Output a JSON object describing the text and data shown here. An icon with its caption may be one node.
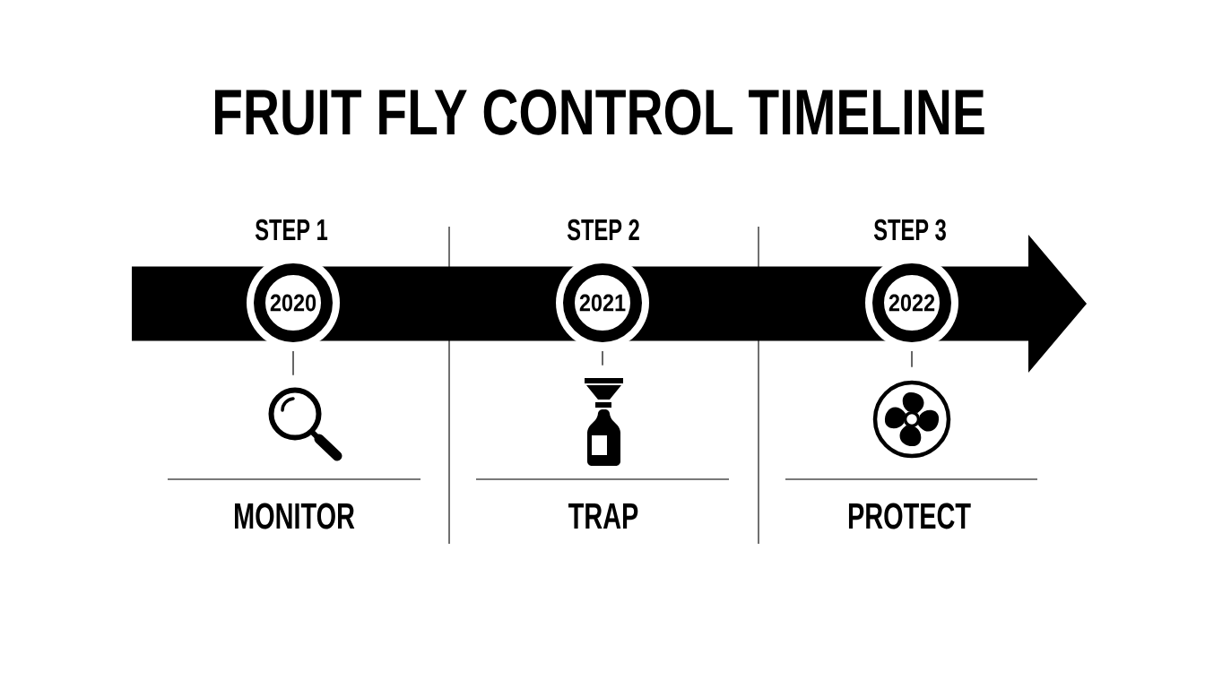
{
  "diagram": {
    "title": "FRUIT FLY CONTROL TIMELINE",
    "nodes": [
      {
        "text": [],
        "shape": "arrow"
      },
      {
        "text": [
          "2020"
        ],
        "beside": [
          "STEP 1"
        ],
        "in": 0
      },
      {
        "text": [
          "2021"
        ],
        "beside": [
          "STEP 2"
        ],
        "in": 0
      },
      {
        "text": [
          "2022"
        ],
        "beside": [
          "STEP 3"
        ],
        "in": 0
      },
      {
        "text": [],
        "shape": "picture",
        "beside": [
          "MONITOR"
        ]
      },
      {
        "text": [],
        "shape": "picture",
        "beside": [
          "TRAP"
        ]
      },
      {
        "text": [],
        "shape": "picture",
        "beside": [
          "PROTECT"
        ]
      }
    ],
    "edges": [
      {
        "from": 1,
        "to": 4,
        "arrow": "none"
      },
      {
        "from": 2,
        "to": 5,
        "arrow": "none"
      },
      {
        "from": 3,
        "to": 6,
        "arrow": "none"
      }
    ]
  }
}
